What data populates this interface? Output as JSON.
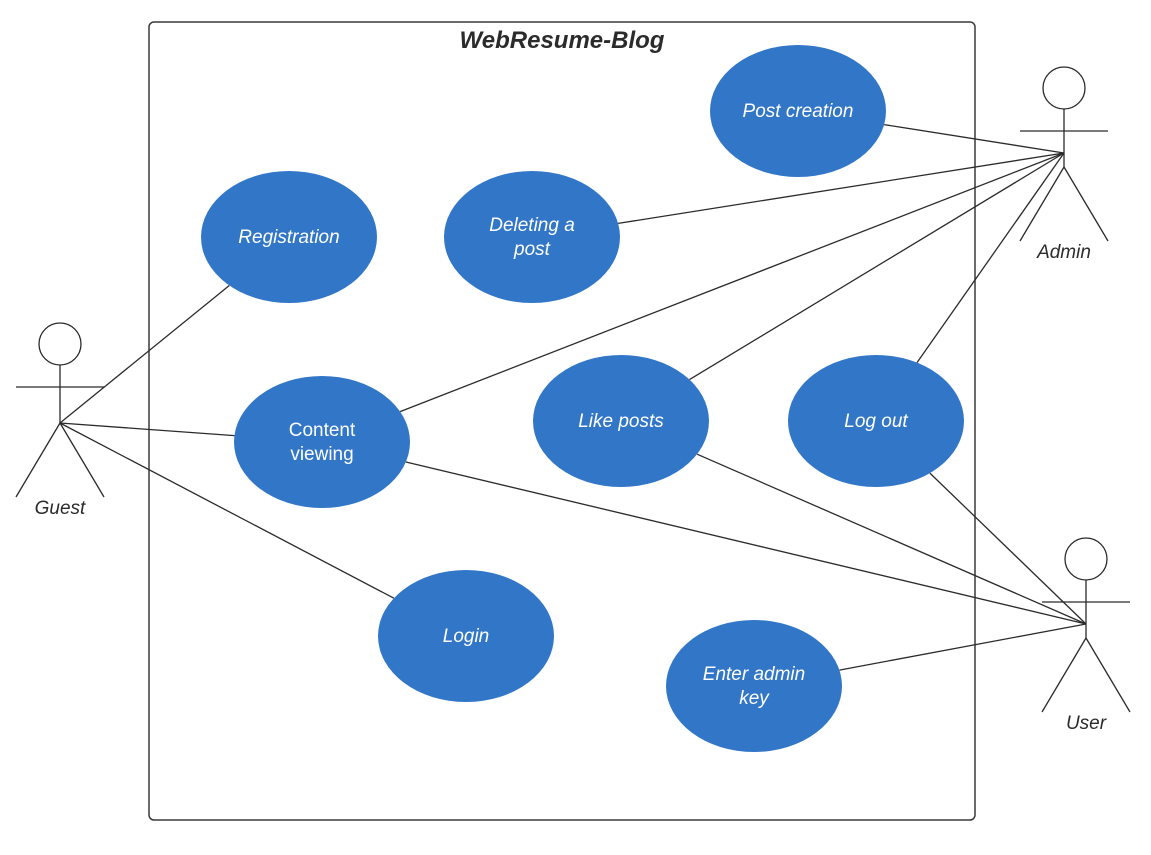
{
  "title": "WebResume-Blog",
  "colors": {
    "usecase_fill": "#3276C8",
    "usecase_text": "#ffffff",
    "line": "#2b2b2b",
    "boundary": "#3a3a3a"
  },
  "actors": {
    "guest": {
      "label": "Guest"
    },
    "admin": {
      "label": "Admin"
    },
    "user": {
      "label": "User"
    }
  },
  "use_cases": {
    "post_creation": {
      "lines": [
        "Post creation"
      ],
      "italic": true
    },
    "registration": {
      "lines": [
        "Registration"
      ],
      "italic": true
    },
    "deleting_post": {
      "lines": [
        "Deleting a",
        "post"
      ],
      "italic": true
    },
    "content_viewing": {
      "lines": [
        "Content",
        "viewing"
      ],
      "italic": false
    },
    "like_posts": {
      "lines": [
        "Like posts"
      ],
      "italic": true
    },
    "log_out": {
      "lines": [
        "Log out"
      ],
      "italic": true
    },
    "login": {
      "lines": [
        "Login"
      ],
      "italic": true
    },
    "enter_admin_key": {
      "lines": [
        "Enter admin",
        "key"
      ],
      "italic": true
    }
  },
  "associations": [
    {
      "from": "guest",
      "to": "registration"
    },
    {
      "from": "guest",
      "to": "content_viewing"
    },
    {
      "from": "guest",
      "to": "login"
    },
    {
      "from": "admin",
      "to": "post_creation"
    },
    {
      "from": "admin",
      "to": "deleting_post"
    },
    {
      "from": "admin",
      "to": "content_viewing"
    },
    {
      "from": "admin",
      "to": "like_posts"
    },
    {
      "from": "admin",
      "to": "log_out"
    },
    {
      "from": "user",
      "to": "content_viewing"
    },
    {
      "from": "user",
      "to": "like_posts"
    },
    {
      "from": "user",
      "to": "log_out"
    },
    {
      "from": "user",
      "to": "enter_admin_key"
    }
  ]
}
